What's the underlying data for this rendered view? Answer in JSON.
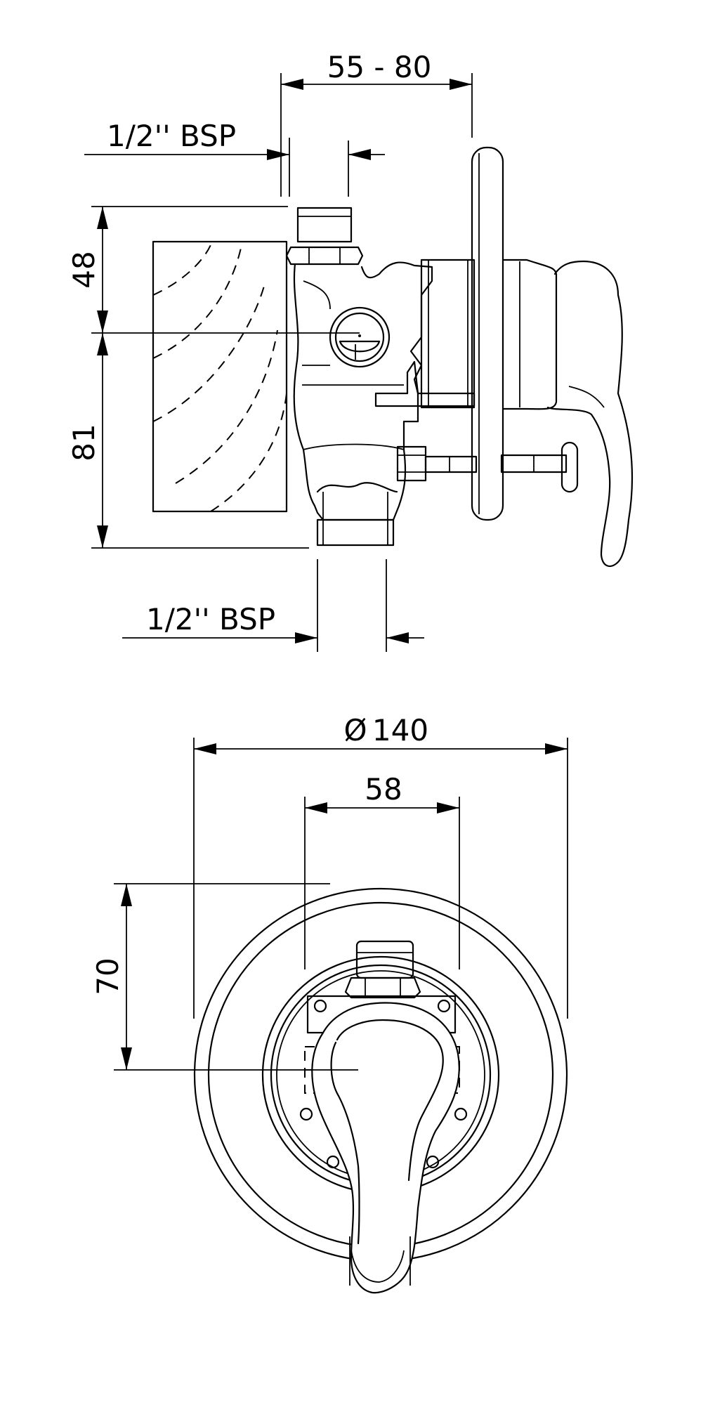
{
  "dimensions": {
    "side_depth": "55 - 80",
    "inlet_thread": "1/2'' BSP",
    "outlet_thread": "1/2'' BSP",
    "height_upper": "48",
    "height_lower": "81",
    "plate_diameter_symbol": "Ø",
    "plate_diameter_value": "140",
    "body_width": "58",
    "front_height": "70"
  }
}
